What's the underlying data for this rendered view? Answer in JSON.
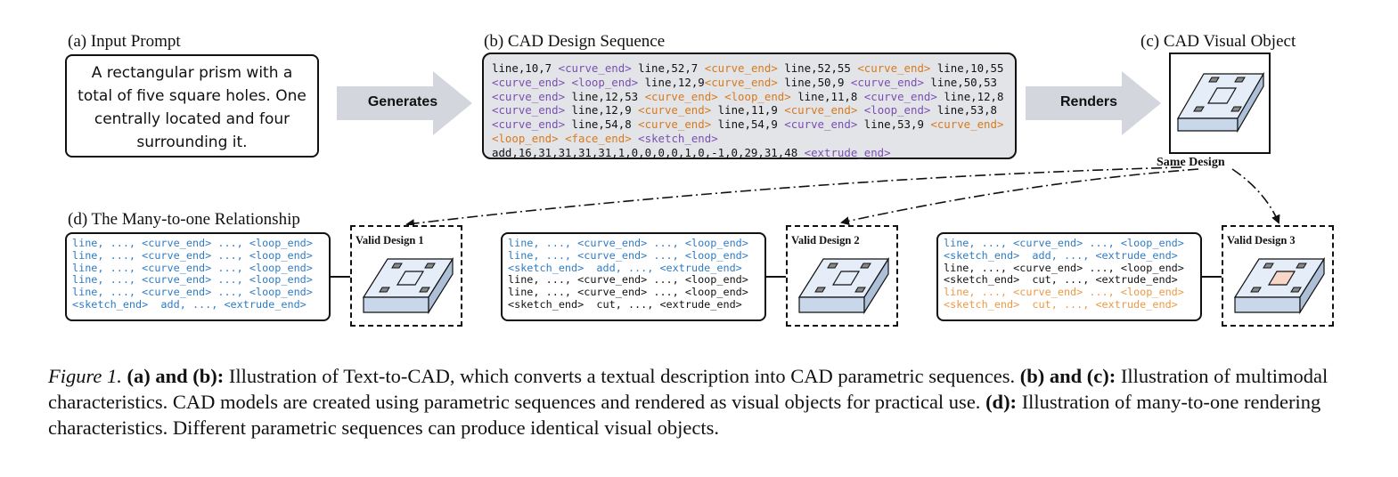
{
  "section_a": {
    "label": "(a) Input Prompt",
    "prompt_lines": [
      "A rectangular prism with a",
      "total of five square holes. One",
      "centrally located and four",
      "surrounding it."
    ]
  },
  "section_b": {
    "label": "(b) CAD Design Sequence",
    "lines": [
      [
        [
          "line,10,7 ",
          ""
        ],
        [
          "<curve_end>",
          "b"
        ],
        [
          " line,52,7 ",
          ""
        ],
        [
          "<curve_end>",
          "o"
        ],
        [
          " line,52,55 ",
          ""
        ],
        [
          "<curve_end>",
          "o"
        ],
        [
          " line,10,55",
          ""
        ]
      ],
      [
        [
          "<curve_end>",
          "b"
        ],
        [
          " ",
          ""
        ],
        [
          "<loop_end>",
          "b"
        ],
        [
          " line,12,9",
          ""
        ],
        [
          "<curve_end>",
          "o"
        ],
        [
          " line,50,9 ",
          ""
        ],
        [
          "<curve_end>",
          "b"
        ],
        [
          " line,50,53",
          ""
        ]
      ],
      [
        [
          "<curve_end>",
          "b"
        ],
        [
          " line,12,53 ",
          ""
        ],
        [
          "<curve_end>",
          "o"
        ],
        [
          " ",
          ""
        ],
        [
          "<loop_end>",
          "o"
        ],
        [
          " line,11,8 ",
          ""
        ],
        [
          "<curve_end>",
          "b"
        ],
        [
          " line,12,8",
          ""
        ]
      ],
      [
        [
          "<curve_end>",
          "b"
        ],
        [
          " line,12,9 ",
          ""
        ],
        [
          "<curve_end>",
          "o"
        ],
        [
          " line,11,9 ",
          ""
        ],
        [
          "<curve_end>",
          "o"
        ],
        [
          " ",
          ""
        ],
        [
          "<loop_end>",
          "b"
        ],
        [
          " line,53,8",
          ""
        ]
      ],
      [
        [
          "<curve_end>",
          "b"
        ],
        [
          " line,54,8 ",
          ""
        ],
        [
          "<curve_end>",
          "o"
        ],
        [
          " line,54,9 ",
          ""
        ],
        [
          "<curve_end>",
          "b"
        ],
        [
          " line,53,9 ",
          ""
        ],
        [
          "<curve_end>",
          "o"
        ]
      ],
      [
        [
          "<loop_end>",
          "o"
        ],
        [
          " ",
          ""
        ],
        [
          "<face_end>",
          "o"
        ],
        [
          " ",
          ""
        ],
        [
          "<sketch_end>",
          "b"
        ]
      ],
      [
        [
          "add,16,31,31,31,31,1,0,0,0,0,1,0,-1,0,29,31,48 ",
          ""
        ],
        [
          "<extrude_end>",
          "b"
        ]
      ]
    ]
  },
  "section_c": {
    "label": "(c) CAD Visual Object"
  },
  "arrows": {
    "generates": "Generates",
    "renders": "Renders"
  },
  "same_design": "Same Design",
  "section_d": {
    "label": "(d) The Many-to-one Relationship",
    "designs": [
      {
        "title": "Valid Design 1",
        "lines": [
          [
            "line, ..., <curve_end> ..., <loop_end>",
            "blue"
          ],
          [
            "line, ..., <curve_end> ..., <loop_end>",
            "blue"
          ],
          [
            "line, ..., <curve_end> ..., <loop_end>",
            "blue"
          ],
          [
            "line, ..., <curve_end> ..., <loop_end>",
            "blue"
          ],
          [
            "line, ..., <curve_end> ..., <loop_end>",
            "blue"
          ],
          [
            "<sketch_end>  add, ..., <extrude_end>",
            "blue"
          ]
        ]
      },
      {
        "title": "Valid Design 2",
        "lines": [
          [
            "line, ..., <curve_end> ..., <loop_end>",
            "blue"
          ],
          [
            "line, ..., <curve_end> ..., <loop_end>",
            "blue"
          ],
          [
            "<sketch_end>  add, ..., <extrude_end>",
            "blue"
          ],
          [
            "line, ..., <curve_end> ..., <loop_end>",
            "black"
          ],
          [
            "line, ..., <curve_end> ..., <loop_end>",
            "black"
          ],
          [
            "<sketch_end>  cut, ..., <extrude_end>",
            "black"
          ]
        ]
      },
      {
        "title": "Valid Design 3",
        "lines": [
          [
            "line, ..., <curve_end> ..., <loop_end>",
            "blue"
          ],
          [
            "<sketch_end>  add, ..., <extrude_end>",
            "blue"
          ],
          [
            "line, ..., <curve_end> ..., <loop_end>",
            "black"
          ],
          [
            "<sketch_end>  cut, ..., <extrude_end>",
            "black"
          ],
          [
            "line, ..., <curve_end> ..., <loop_end>",
            "orange"
          ],
          [
            "<sketch_end>  cut, ..., <extrude_end>",
            "orange"
          ]
        ]
      }
    ]
  },
  "caption": {
    "fig": "Figure 1.",
    "s1_bold": "(a) and (b):",
    "s1": "Illustration of Text-to-CAD, which converts a textual description into CAD parametric sequences.",
    "s2_bold": "(b) and (c):",
    "s2": "Illustration of multimodal characteristics. CAD models are created using parametric sequences and rendered as visual objects for practical use.",
    "s3_bold": "(d):",
    "s3": "Illustration of many-to-one rendering characteristics. Different parametric sequences can produce identical visual objects."
  },
  "colors": {
    "seq_purple": "#7a4fb0",
    "seq_orange": "#d77a1e",
    "code_blue": "#2f7cc4",
    "code_orange": "#eb9a45",
    "arrow_gray": "#d3d6dc",
    "prism_top": "#e4edf8",
    "center_pink": "#f6d7c8"
  }
}
